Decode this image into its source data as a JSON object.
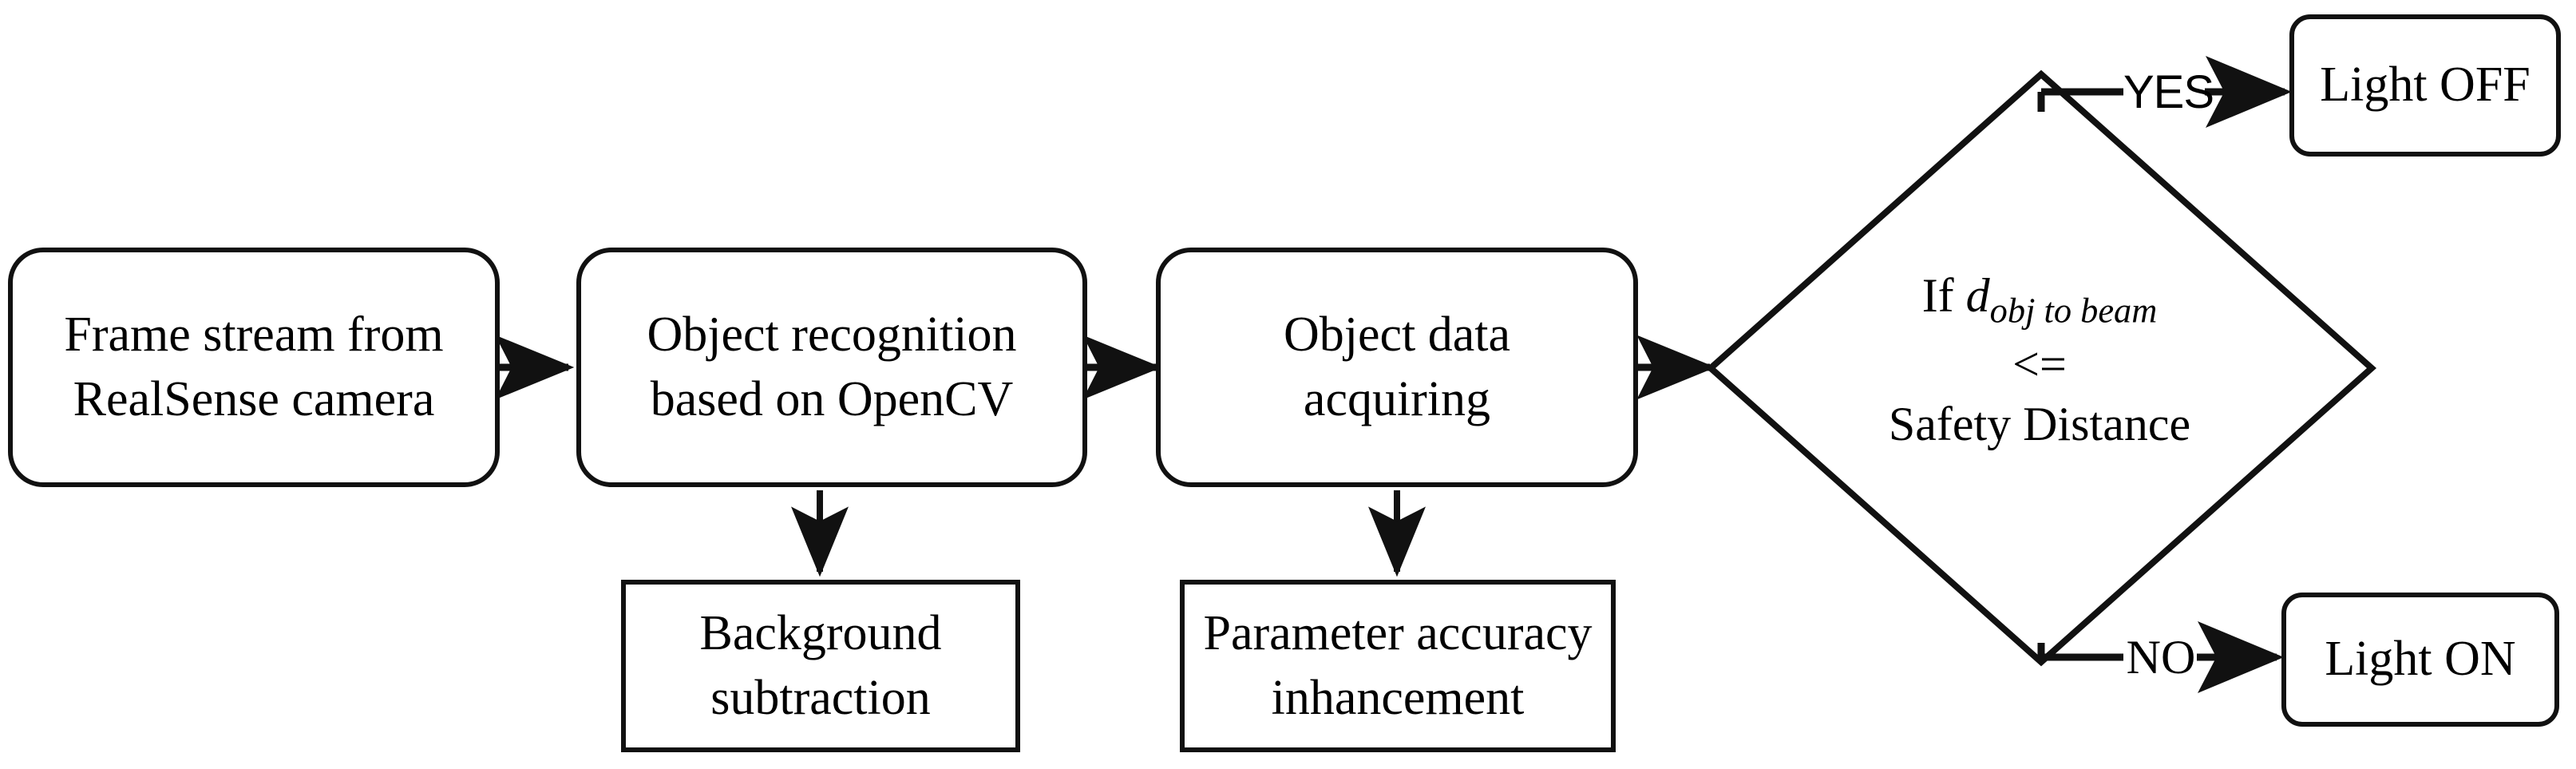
{
  "diagram": {
    "title": "Object detection and safety light control flowchart",
    "background_color": "#ffffff",
    "stroke_color": "#111111",
    "nodes": [
      {
        "id": "frame-stream",
        "shape": "rounded-rectangle",
        "label": "Frame stream from\nRealSense camera"
      },
      {
        "id": "object-recognition",
        "shape": "rounded-rectangle",
        "label": "Object recognition\nbased on OpenCV"
      },
      {
        "id": "object-data",
        "shape": "rounded-rectangle",
        "label": "Object data\nacquiring"
      },
      {
        "id": "background-subtraction",
        "shape": "rectangle",
        "label": "Background\nsubtraction"
      },
      {
        "id": "parameter-accuracy",
        "shape": "rectangle",
        "label": "Parameter accuracy\ninhancement"
      },
      {
        "id": "light-off",
        "shape": "rounded-rectangle",
        "label": "Light OFF"
      },
      {
        "id": "light-on",
        "shape": "rounded-rectangle",
        "label": "Light ON"
      }
    ],
    "decision": {
      "id": "safety-distance-check",
      "shape": "diamond",
      "line1_prefix": "If ",
      "line1_symbol": "d",
      "line1_subscript": "obj to beam",
      "line2": "<=",
      "line3": "Safety Distance"
    },
    "edge_labels": {
      "yes": "YES",
      "no": "NO"
    },
    "node_labels": {
      "frame_stream_line1": "Frame stream from",
      "frame_stream_line2": "RealSense camera",
      "object_recognition_line1": "Object recognition",
      "object_recognition_line2": "based on OpenCV",
      "object_data_line1": "Object data",
      "object_data_line2": "acquiring",
      "background_subtraction_line1": "Background",
      "background_subtraction_line2": "subtraction",
      "parameter_accuracy_line1": "Parameter accuracy",
      "parameter_accuracy_line2": "inhancement",
      "light_off": "Light OFF",
      "light_on": "Light ON"
    }
  }
}
